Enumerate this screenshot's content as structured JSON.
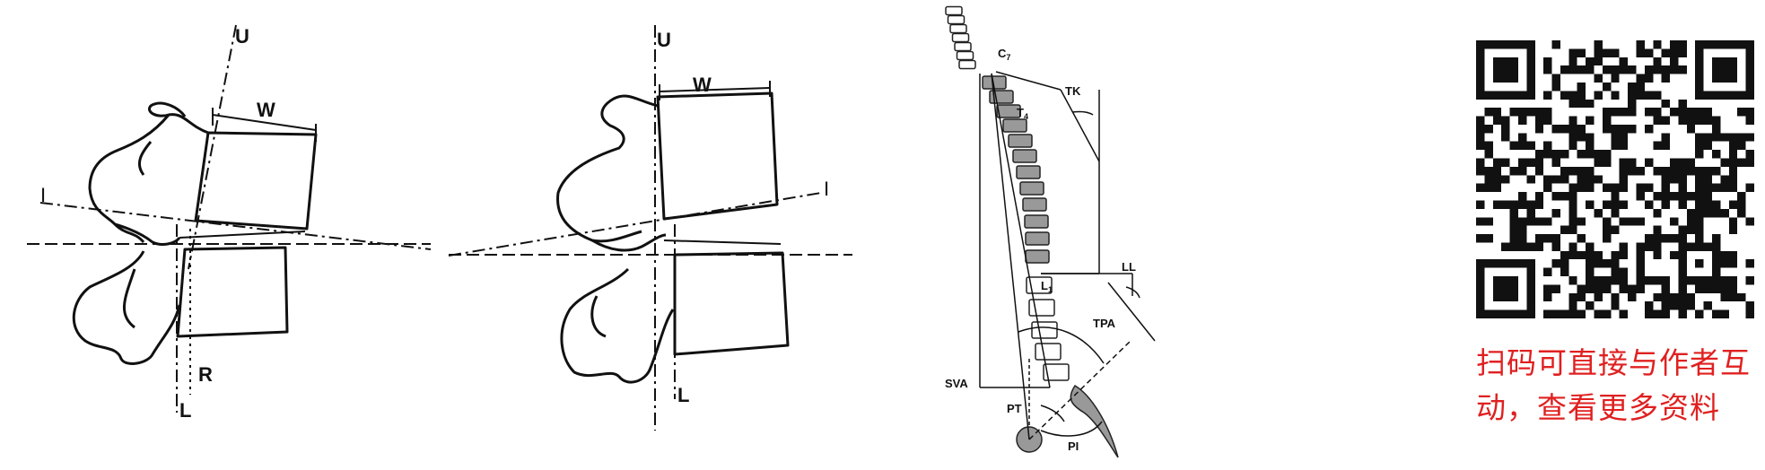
{
  "figures": {
    "fig1": {
      "labels": {
        "U": "U",
        "W": "W",
        "I": "I",
        "R": "R",
        "L": "L"
      }
    },
    "fig2": {
      "labels": {
        "U": "U",
        "W": "W",
        "I": "I",
        "L": "L"
      }
    },
    "spine": {
      "labels": {
        "C7": "C",
        "C7_sub": "7",
        "T4": "T",
        "T4_sub": "4",
        "L1": "L",
        "L1_sub": "1",
        "TK": "TK",
        "LL": "LL",
        "TPA": "TPA",
        "SVA": "SVA",
        "PT": "PT",
        "PI": "PI"
      }
    }
  },
  "qr": {
    "icon": "qr-code-icon"
  },
  "caption": "扫码可直接与作者互动，查看更多资料"
}
